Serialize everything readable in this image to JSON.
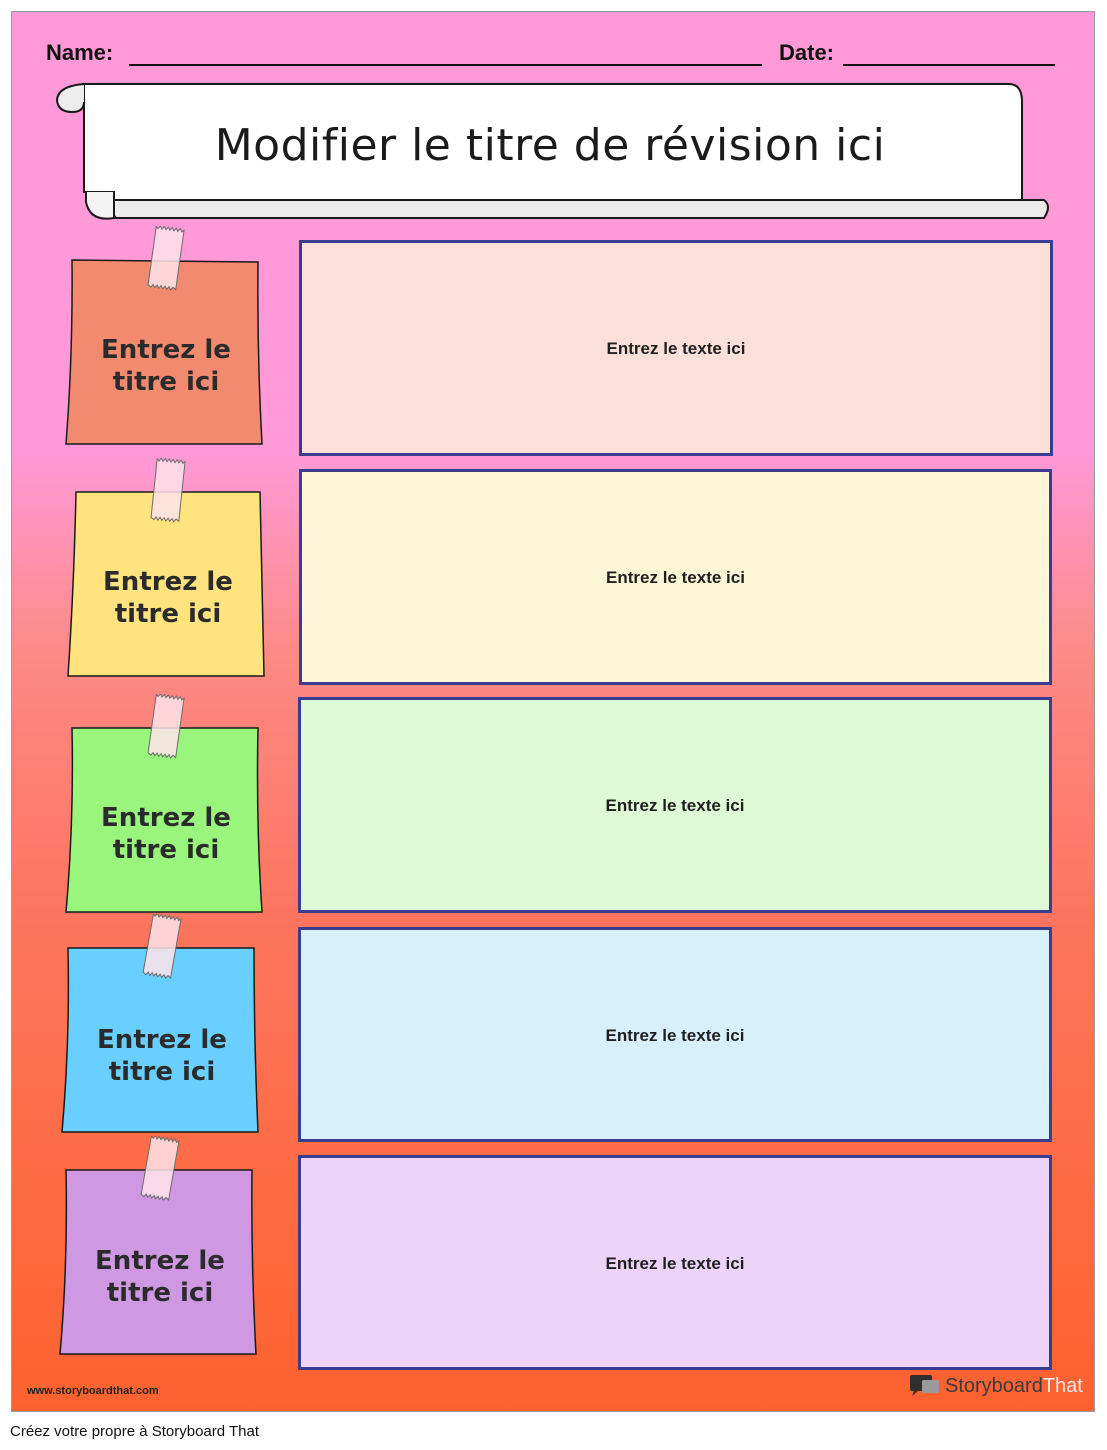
{
  "header": {
    "name_label": "Name:",
    "date_label": "Date:"
  },
  "banner": {
    "title": "Modifier le titre de révision ici"
  },
  "rows": [
    {
      "title": "Entrez le titre ici",
      "text": "Entrez le texte ici",
      "note_color": "#f28a70",
      "box_color": "#fbdfd9"
    },
    {
      "title": "Entrez le titre ici",
      "text": "Entrez le texte ici",
      "note_color": "#ffe37e",
      "box_color": "#fdf7d8"
    },
    {
      "title": "Entrez le titre ici",
      "text": "Entrez le texte ici",
      "note_color": "#99f57c",
      "box_color": "#dffad6"
    },
    {
      "title": "Entrez le titre ici",
      "text": "Entrez le texte ici",
      "note_color": "#69cfff",
      "box_color": "#d8effc"
    },
    {
      "title": "Entrez le titre ici",
      "text": "Entrez le texte ici",
      "note_color": "#cf98e2",
      "box_color": "#edd3f8"
    }
  ],
  "footer": {
    "url": "www.storyboardthat.com",
    "brand_dark": "Storyboard",
    "brand_light": "That",
    "logo_icon": "storyboard-speech-bubble-icon"
  },
  "caption": "Créez votre propre à Storyboard That"
}
